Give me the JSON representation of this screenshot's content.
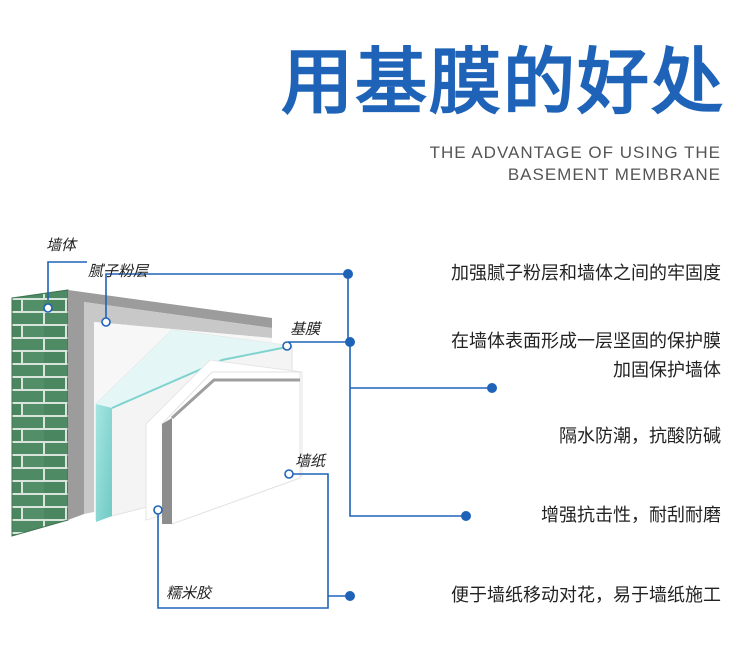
{
  "title": "用基膜的好处",
  "subtitle_line1": "THE ADVANTAGE OF USING THE",
  "subtitle_line2": "BASEMENT MEMBRANE",
  "layers": {
    "wall": "墙体",
    "putty": "腻子粉层",
    "membrane": "基膜",
    "wallpaper": "墙纸",
    "glue": "糯米胶"
  },
  "benefits": {
    "putty_benefit": "加强腻子粉层和墙体之间的牢固度",
    "membrane_benefit_1": "在墙体表面形成一层坚固的保护膜",
    "membrane_benefit_2": "加固保护墙体",
    "membrane_benefit_3": "隔水防潮，抗酸防碱",
    "membrane_benefit_4": "增强抗击性，耐刮耐磨",
    "wallpaper_benefit": "便于墙纸移动对花，易于墙纸施工"
  },
  "colors": {
    "accent_blue": "#1e63b8",
    "brick_green": "#4e8a63",
    "membrane_teal": "#8fd9d5"
  }
}
